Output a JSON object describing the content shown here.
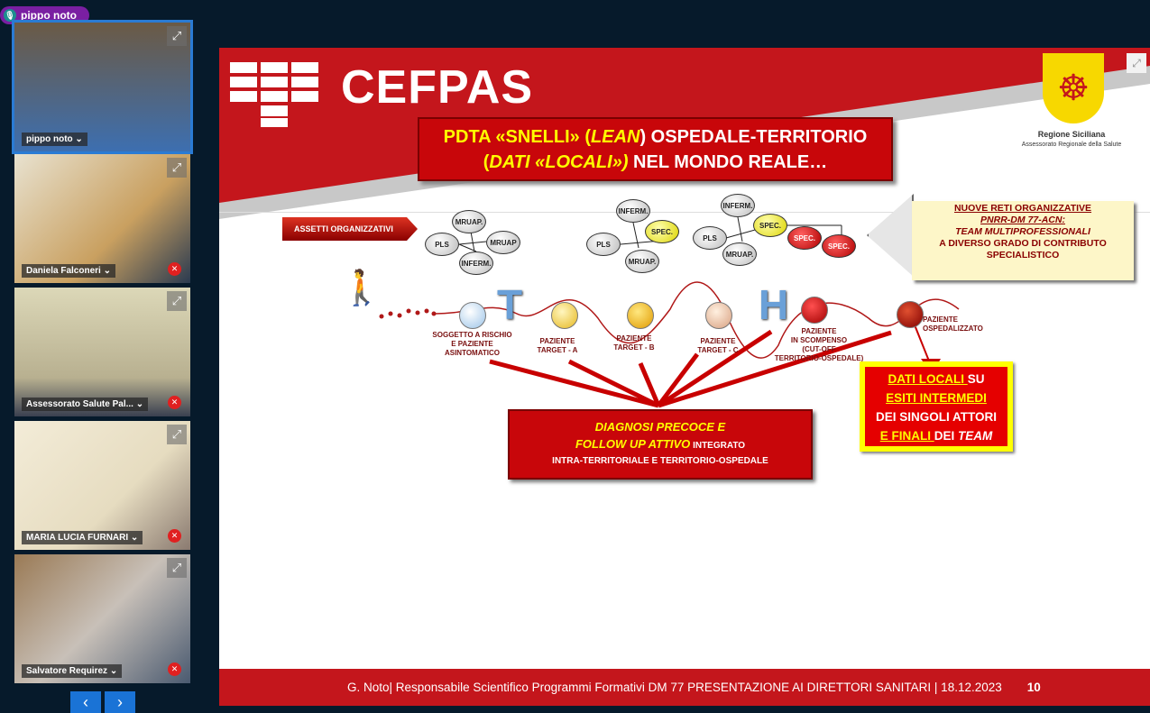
{
  "active_speaker": "pippo noto",
  "participants": [
    {
      "name": "pippo noto"
    },
    {
      "name": "Daniela Falconeri"
    },
    {
      "name": "Assessorato Salute Pal..."
    },
    {
      "name": "MARIA LUCIA FURNARI"
    },
    {
      "name": "Salvatore Requirez"
    }
  ],
  "nav": {
    "prev": "‹",
    "next": "›"
  },
  "slide": {
    "logo": "CEFPAS",
    "region": "Regione Siciliana",
    "region_sub": "Assessorato Regionale della Salute",
    "title_l1a": "PDTA «SNELLI» (",
    "title_l1b": "LEAN",
    ") ": "",
    "title_l1c": ") OSPEDALE-TERRITORIO",
    "title_l2a": "(",
    "title_l2b": "DATI «LOCALI»)",
    "title_l2c": " NEL MONDO REALE…",
    "assetti": "ASSETTI ORGANIZZATIVI",
    "cluster1": [
      "MRUAP.",
      "MRUAP",
      "PLS",
      "INFERM."
    ],
    "cluster2": [
      "INFERM.",
      "SPEC.",
      "PLS",
      "MRUAP."
    ],
    "cluster3": [
      "INFERM.",
      "SPEC.",
      "PLS",
      "MRUAP.",
      "SPEC.",
      "SPEC."
    ],
    "reti": {
      "l1": "NUOVE  RETI ORGANIZZATIVE",
      "l2": "PNRR-DM 77-ACN:",
      "l3": "TEAM MULTIPROFESSIONALI",
      "l4": "A DIVERSO GRADO DI CONTRIBUTO",
      "l5": "SPECIALISTICO"
    },
    "letters": {
      "t": "T",
      "h": "H"
    },
    "stages": [
      "SOGGETTO A RISCHIO\nE PAZIENTE\nASINTOMATICO",
      "PAZIENTE\nTARGET - A",
      "PAZIENTE\nTARGET - B",
      "PAZIENTE\nTARGET - C",
      "PAZIENTE\nIN SCOMPENSO\n(CUT-OFF\nTERRITORIO-OSPEDALE)",
      "PAZIENTE\nOSPEDALIZZATO"
    ],
    "diagnosi": {
      "l1": "DIAGNOSI PRECOCE E",
      "l2a": "FOLLOW UP ATTIVO",
      "l2b": " INTEGRATO",
      "l3": "INTRA-TERRITORIALE E TERRITORIO-OSPEDALE"
    },
    "dati": {
      "l1a": "DATI LOCALI ",
      "l1b": "SU",
      "l2": "ESITI INTERMEDI",
      "l3": "DEI SINGOLI ATTORI",
      "l4a": "E FINALI ",
      "l4b": "DEI ",
      "l4c": "TEAM"
    },
    "footer": "G. Noto| Responsabile Scientifico Programmi Formativi DM 77 PRESENTAZIONE AI DIRETTORI SANITARI | 18.12.2023",
    "page": "10"
  }
}
